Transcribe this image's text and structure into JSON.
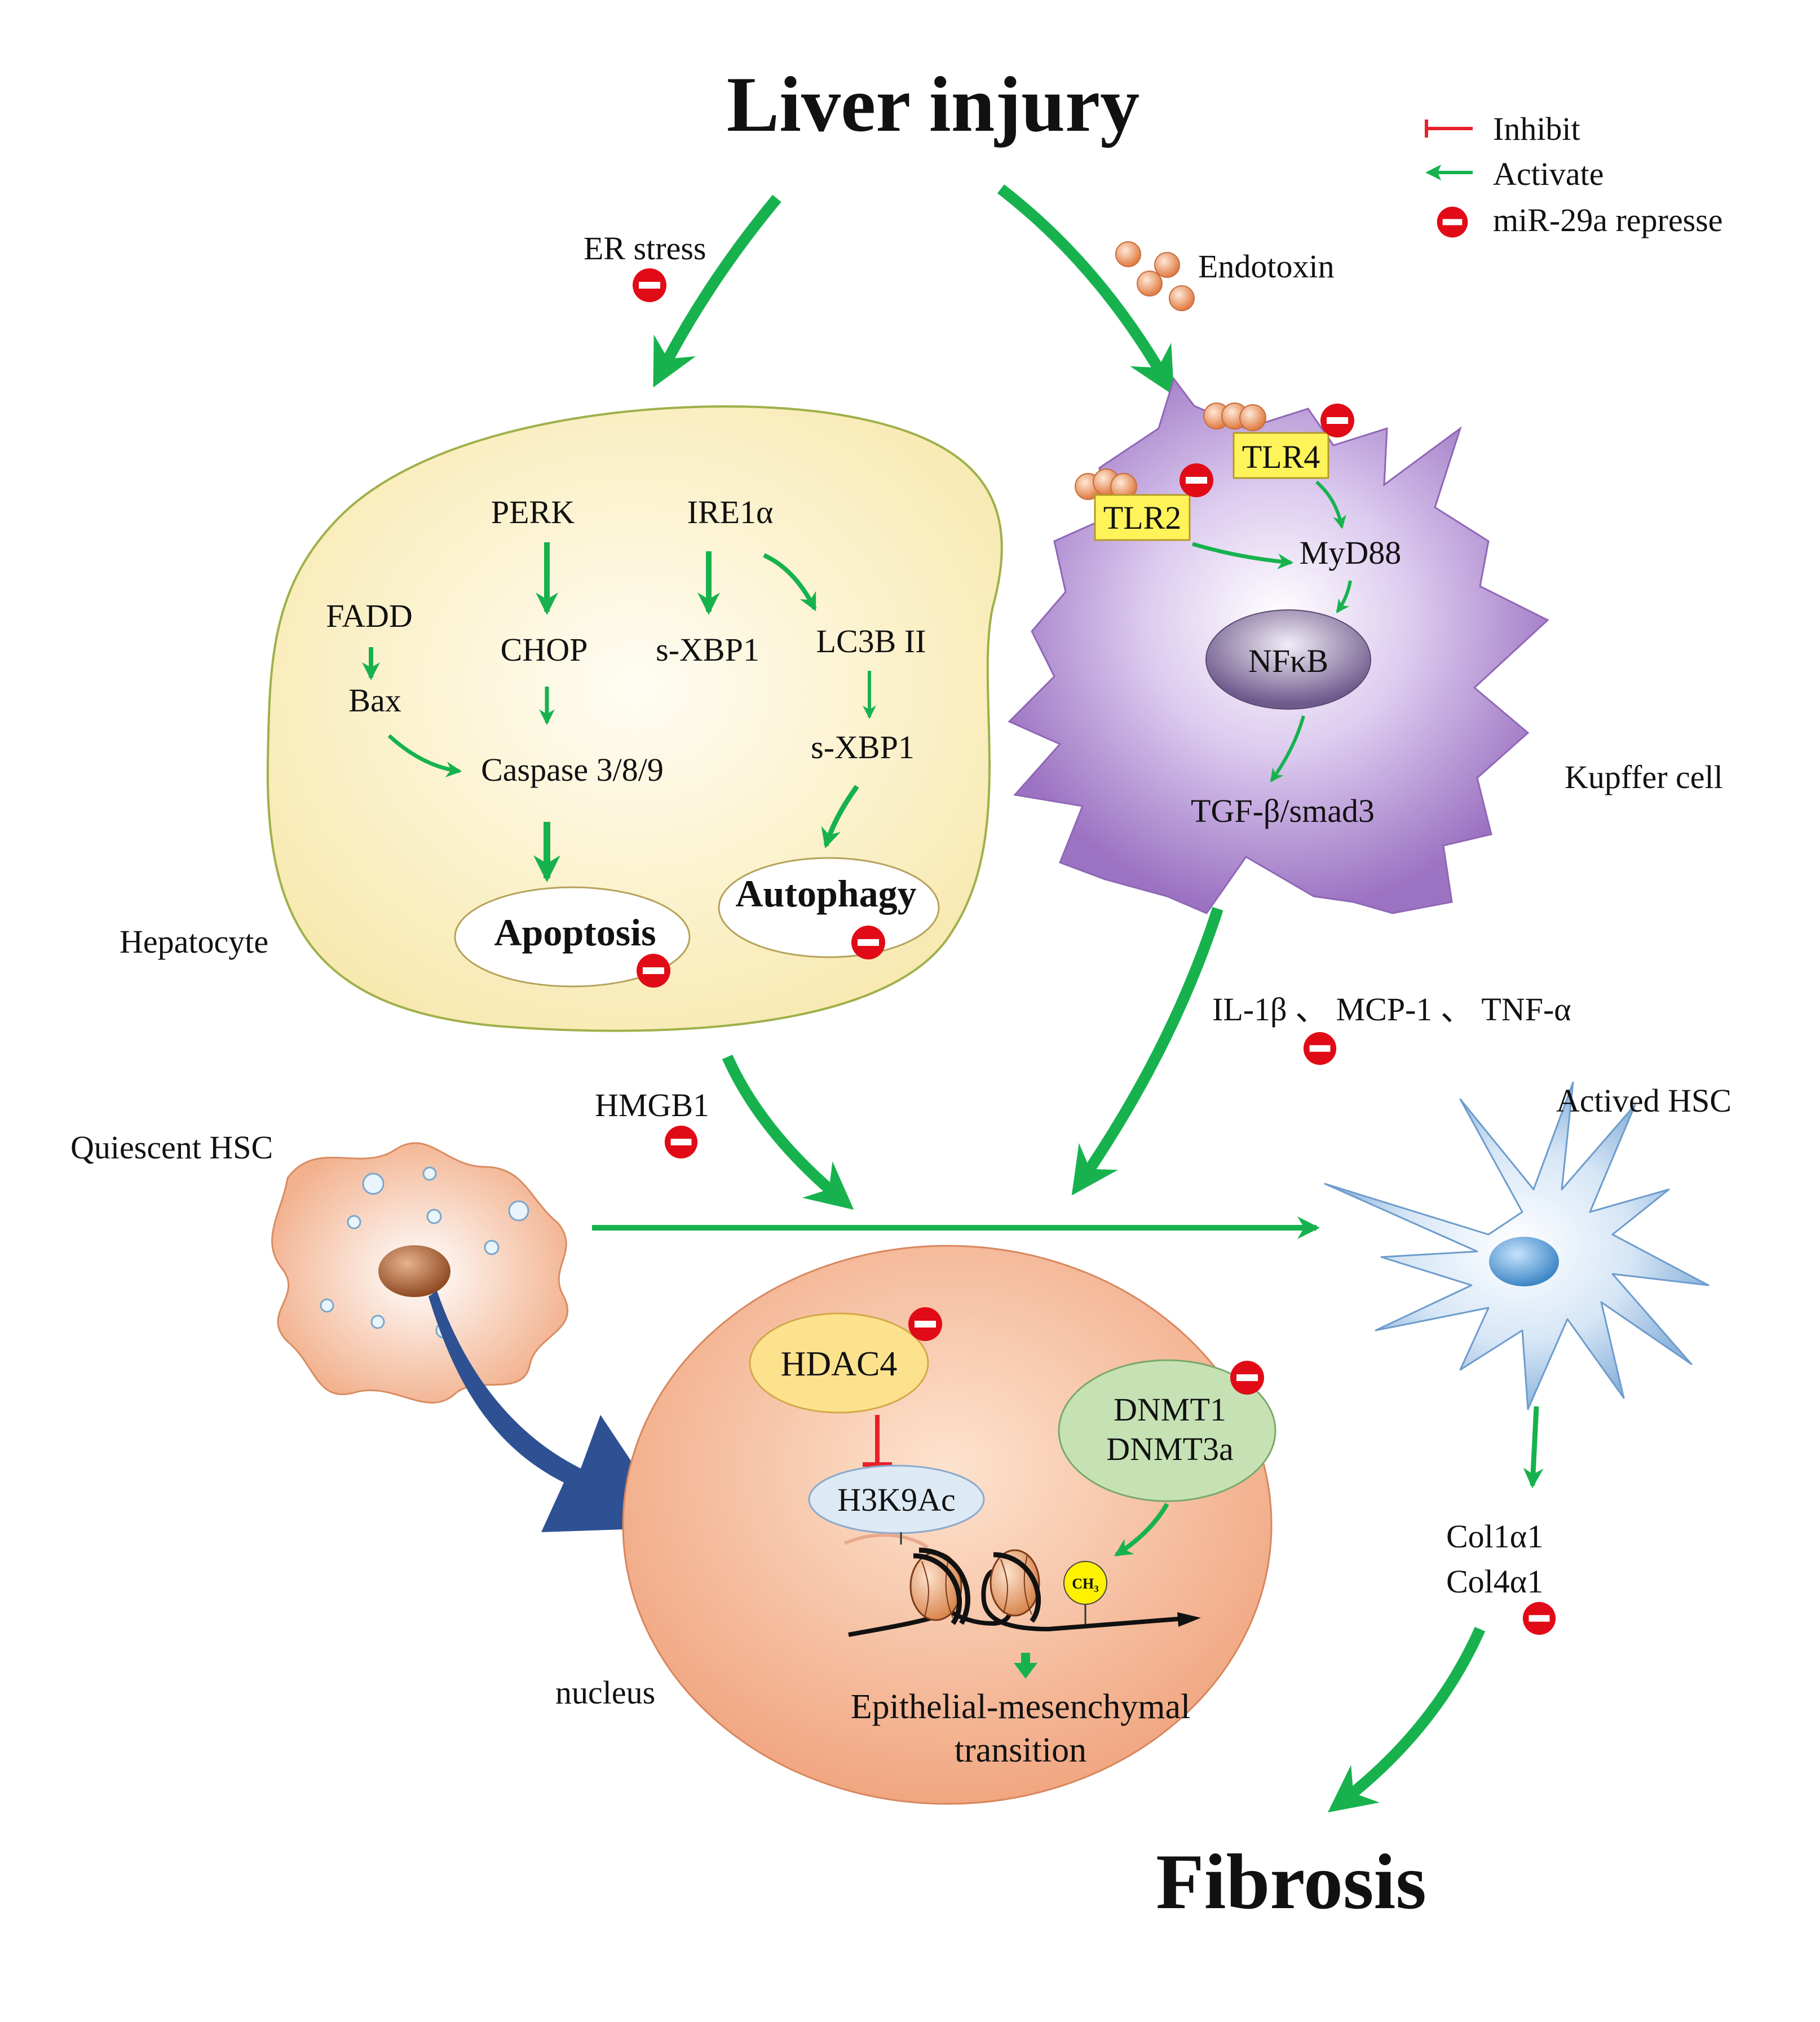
{
  "title": "Liver injury",
  "outcome": "Fibrosis",
  "legend": {
    "inhibit": "Inhibit",
    "activate": "Activate",
    "repress": "miR-29a represse"
  },
  "colors": {
    "activate_arrow": "#17b24e",
    "inhibit_bar": "#e8202a",
    "repress_badge": "#e10b17",
    "hepatocyte_fill": "#fbf2c7",
    "kupffer_fill": "#ad86ce",
    "nucleus_fill": "#f4b18e",
    "big_arrow": "#2d5192"
  },
  "labels": {
    "er_stress": "ER stress",
    "endotoxin": "Endotoxin",
    "hepatocyte": "Hepatocyte",
    "kupffer_cell": "Kupffer cell",
    "quiescent_hsc": "Quiescent HSC",
    "actived_hsc": "Actived HSC",
    "nucleus": "nucleus",
    "hmgb1": "HMGB1",
    "cytokines": "IL-1β 、 MCP-1 、 TNF-α",
    "col1": "Col1α1",
    "col4": "Col4α1"
  },
  "hepatocyte": {
    "perk": "PERK",
    "ire1a": "IRE1α",
    "fadd": "FADD",
    "chop": "CHOP",
    "sxbp1_a": "s-XBP1",
    "lc3b": "LC3B II",
    "bax": "Bax",
    "caspase": "Caspase 3/8/9",
    "sxbp1_b": "s-XBP1",
    "apoptosis": "Apoptosis",
    "autophagy": "Autophagy"
  },
  "kupffer": {
    "tlr4": "TLR4",
    "tlr2": "TLR2",
    "myd88": "MyD88",
    "nfkb": "NFκB",
    "tgf": "TGF-β/smad3"
  },
  "nucleus_items": {
    "hdac4": "HDAC4",
    "h3k9ac": "H3K9Ac",
    "dnmt1": "DNMT1",
    "dnmt3a": "DNMT3a",
    "ch3": "CH",
    "ch3_sub": "3",
    "emt_1": "Epithelial-mesenchymal",
    "emt_2": "transition"
  }
}
